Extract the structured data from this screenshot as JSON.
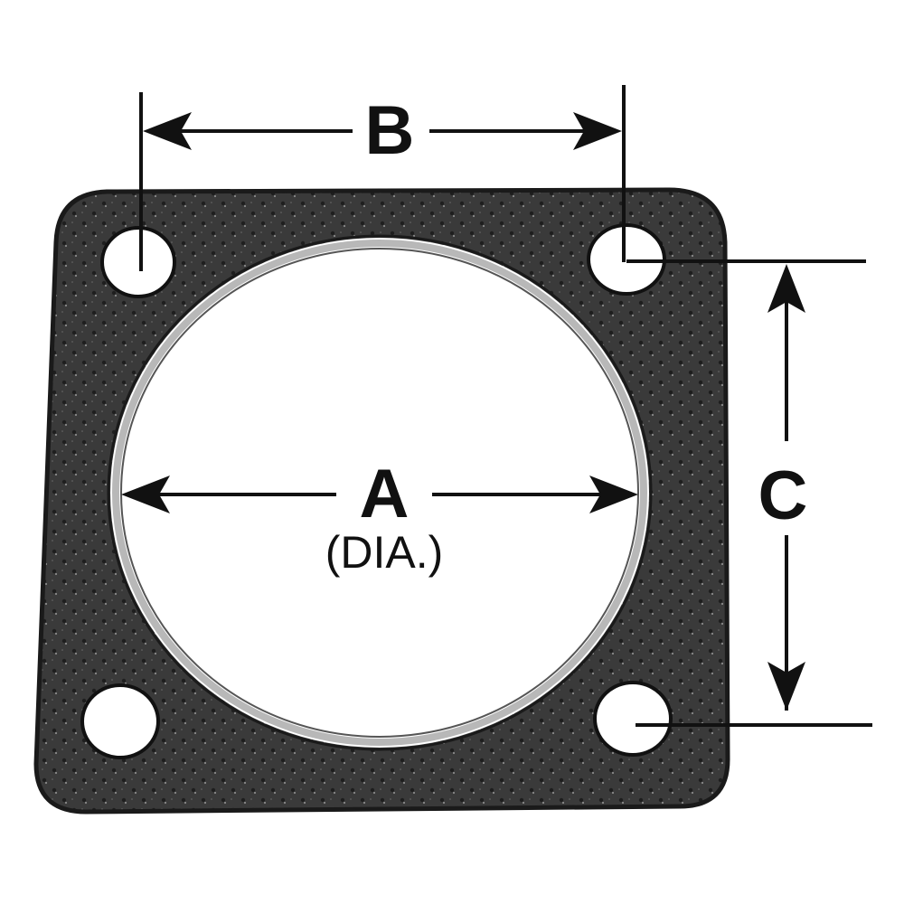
{
  "labels": {
    "a": "A",
    "a_sub": "(DIA.)",
    "b": "B",
    "c": "C"
  },
  "colors": {
    "gasket": "#3a3a3a",
    "gasket_edge": "#1a1a1a",
    "perforation": "#1e1e1e",
    "speckle": "#8a8a8a",
    "ring": "#b8b8b8",
    "line": "#111111",
    "background": "#ffffff"
  }
}
